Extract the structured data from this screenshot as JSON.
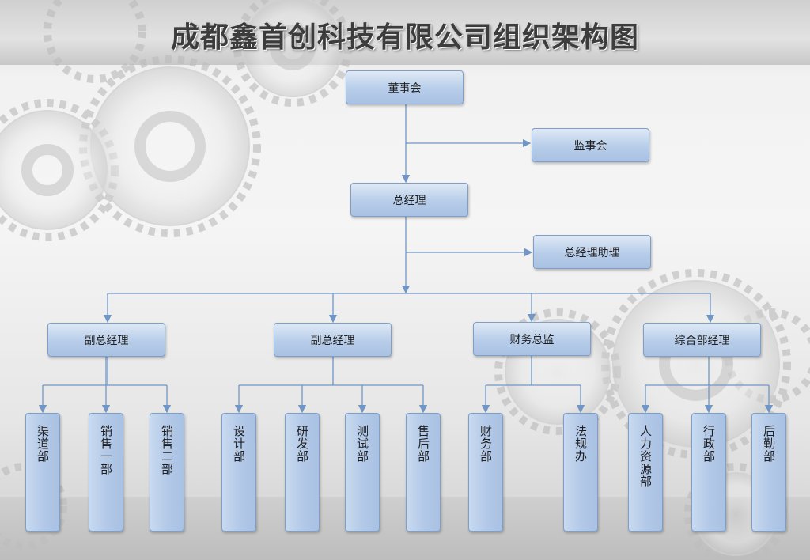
{
  "title": "成都鑫首创科技有限公司组织架构图",
  "colors": {
    "box_fill": "#b7cde9",
    "box_border": "#7f9fc7",
    "connector": "#6f96c6"
  },
  "org": {
    "board": "董事会",
    "supervisory": "监事会",
    "gm": "总经理",
    "gm_assistant": "总经理助理",
    "deputy_1": "副总经理",
    "deputy_2": "副总经理",
    "finance_director": "财务总监",
    "general_manager_admin": "综合部经理",
    "departments": [
      "渠道部",
      "销售一部",
      "销售二部",
      "设计部",
      "研发部",
      "测试部",
      "售后部",
      "财务部",
      "法规办",
      "人力资源部",
      "行政部",
      "后勤部"
    ]
  }
}
